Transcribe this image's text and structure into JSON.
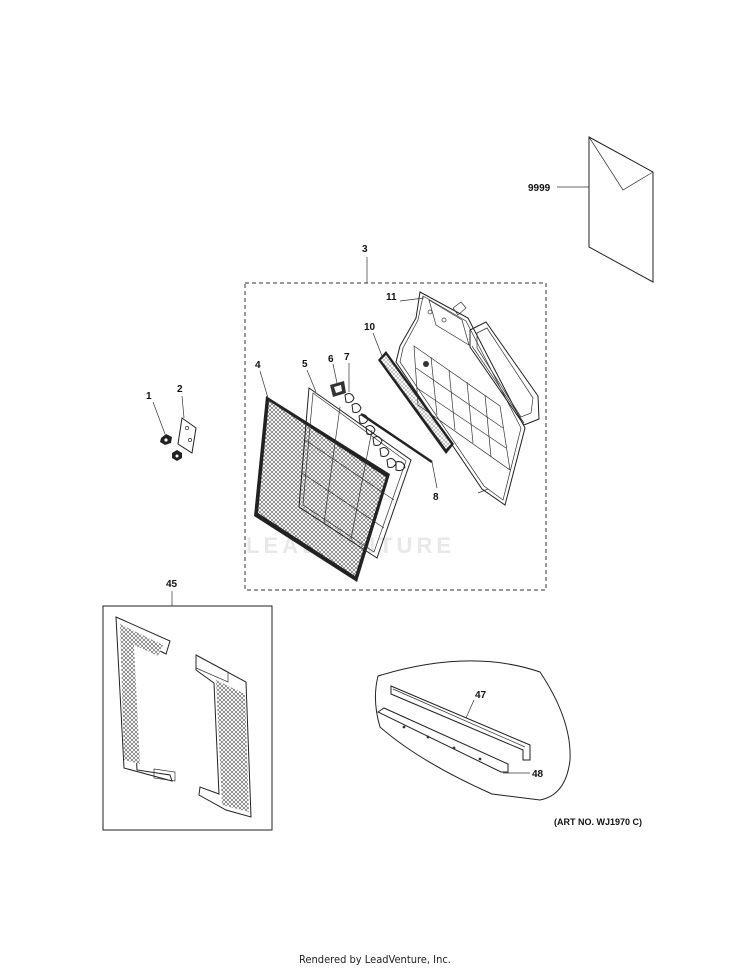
{
  "diagram": {
    "part_labels": {
      "p1": "1",
      "p2": "2",
      "p3": "3",
      "p4": "4",
      "p5": "5",
      "p6": "6",
      "p7": "7",
      "p8": "8",
      "p10": "10",
      "p11": "11",
      "p45": "45",
      "p47": "47",
      "p48": "48",
      "p9999": "9999"
    },
    "watermark": "LEADVENTURE",
    "art_number": "(ART NO. WJ1970 C)"
  },
  "footer": {
    "text": "Rendered by LeadVenture, Inc."
  }
}
